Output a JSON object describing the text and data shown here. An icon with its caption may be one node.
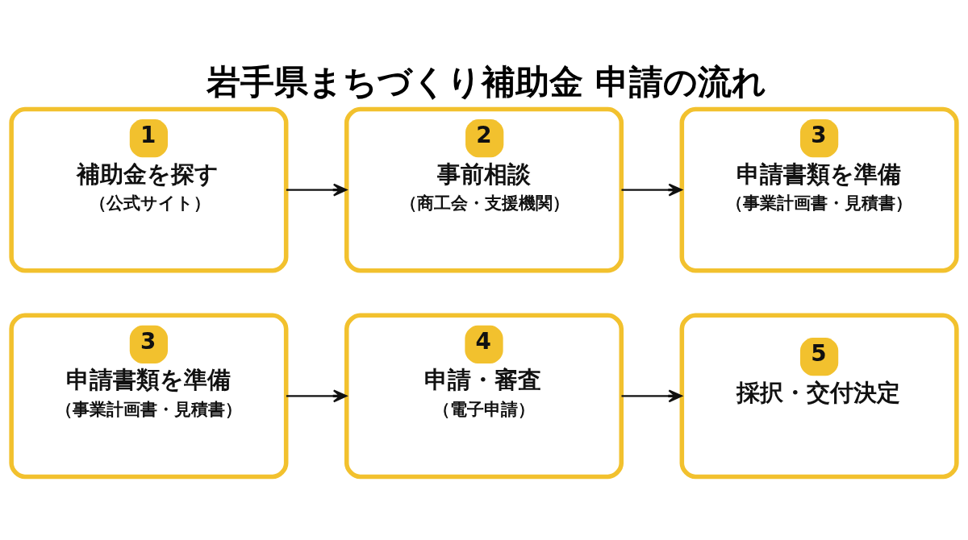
{
  "diagram": {
    "title": "岩手県まちづくり補助金 申請の流れ",
    "nodes": [
      {
        "text": [
          "1",
          "補助金を探す",
          "（公式サイト）"
        ]
      },
      {
        "text": [
          "2",
          "事前相談",
          "（商工会・支援機関）"
        ]
      },
      {
        "text": [
          "3",
          "申請書類を準備",
          "（事業計画書・見積書）"
        ]
      },
      {
        "text": [
          "3",
          "申請書類を準備",
          "（事業計画書・見積書）"
        ]
      },
      {
        "text": [
          "4",
          "申請・審査",
          "（電子申請）"
        ]
      },
      {
        "text": [
          "5",
          "採択・交付決定"
        ]
      }
    ],
    "edges": [
      {
        "from": 0,
        "to": 1,
        "arrow": "to"
      },
      {
        "from": 1,
        "to": 2,
        "arrow": "to"
      },
      {
        "from": 3,
        "to": 4,
        "arrow": "to"
      },
      {
        "from": 4,
        "to": 5,
        "arrow": "to"
      }
    ]
  }
}
